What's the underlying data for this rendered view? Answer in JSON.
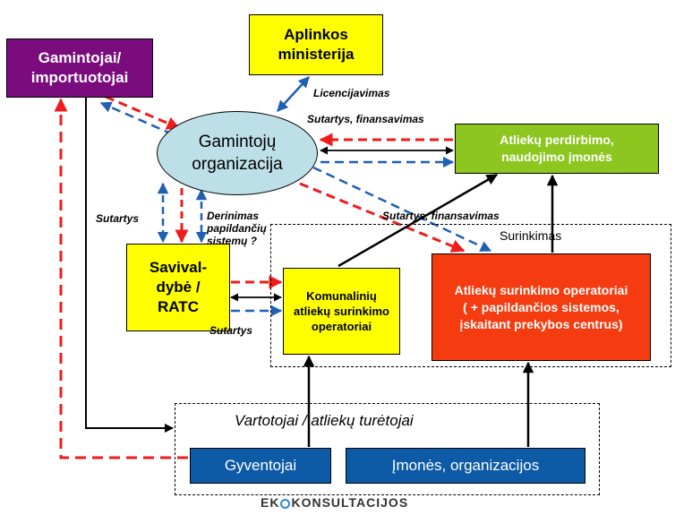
{
  "nodes": {
    "manufacturers": "Gamintojai/ importuotojai",
    "ministry": "Aplinkos ministerija",
    "producer_org": "Gamintojų organizacija",
    "recyclers": "Atliekų perdirbimo, naudojimo įmonės",
    "municipality": "Savival-dybė / RATC",
    "municipal_ops": "Komunalinių atliekų surinkimo operatoriai",
    "collection_ops": "Atliekų surinkimo operatoriai ( + papildančios sistemos, įskaitant prekybos centrus)",
    "residents": "Gyventojai",
    "companies": "Įmonės, organizacijos"
  },
  "areas": {
    "collection": "Surinkimas",
    "consumers": "Vartotojai / atliekų turėtojai"
  },
  "labels": {
    "licensing": "Licencijavimas",
    "contracts_financing_1": "Sutartys, finansavimas",
    "contracts_financing_2": "Sutartys, finansavimas",
    "contracts_left": "Sutartys",
    "coordination": "Derinimas papildančių sistemų ?",
    "contracts_bottom": "Sutartys"
  },
  "logo": {
    "prefix": "EK",
    "suffix": "KONSULTACIJOS"
  },
  "colors": {
    "red_arrow": "#ee1c1c",
    "blue_arrow": "#1f5fb4",
    "black_arrow": "#000000",
    "purple": "#7b0c7e",
    "yellow": "#ffff00",
    "light_blue": "#bde0e8",
    "green": "#8cc61f",
    "orange_red": "#f53c10",
    "dark_blue": "#0d5aa7"
  }
}
